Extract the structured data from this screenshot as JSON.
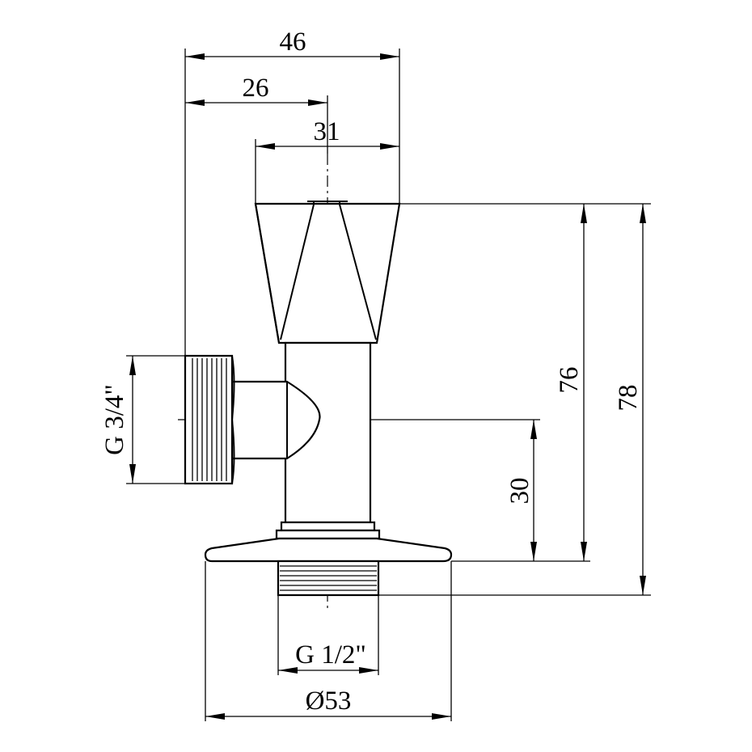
{
  "drawing": {
    "title": "",
    "dimensions": {
      "overall_width": "46",
      "inlet_to_axis": "26",
      "handle_width": "31",
      "outlet_thread": "G 1/2\"",
      "flange_diameter": "Ø53",
      "inlet_thread": "G 3/4\"",
      "outlet_height": "30",
      "height_to_flange": "76",
      "total_height": "78"
    }
  }
}
